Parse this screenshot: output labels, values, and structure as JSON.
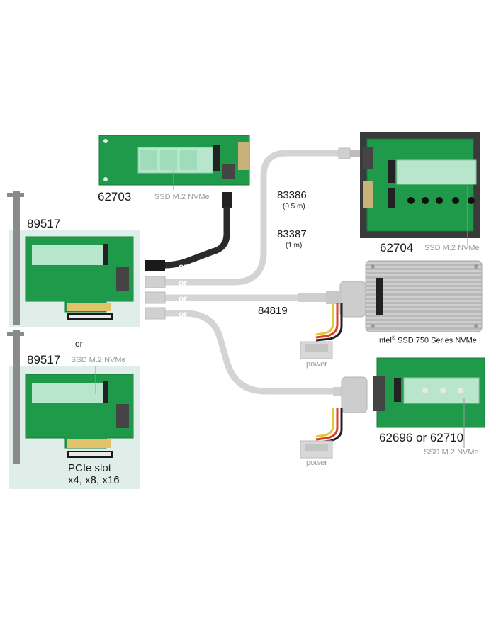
{
  "labels": {
    "card_62703": "62703",
    "ssd_62703": "SSD M.2 NVMe",
    "card_89517_top": "89517",
    "card_89517_bottom": "89517",
    "or_between": "or",
    "ssd_89517_bottom": "SSD M.2 NVMe",
    "pcie_slot": "PCIe slot",
    "pcie_sizes": "x4, x8, x16",
    "cable_83386": "83386",
    "cable_83386_len": "(0.5 m)",
    "cable_83387": "83387",
    "cable_83387_len": "(1 m)",
    "cable_84819": "84819",
    "card_62704": "62704",
    "ssd_62704": "SSD M.2 NVMe",
    "intel_prefix": "Intel",
    "intel_reg": "®",
    "intel_rest": " SSD 750 Series NVMe",
    "power_1": "power",
    "power_2": "power",
    "card_62696": "62696 or 62710",
    "ssd_62696": "SSD M.2 NVMe",
    "or_1": "or",
    "or_2": "or",
    "or_3": "or",
    "or_4": "or"
  },
  "colors": {
    "pcb": "#1e9a4a",
    "pcb_dark": "#157a38",
    "panel": "#dfeee9",
    "cable_black": "#2a2a2a",
    "cable_white": "#d4d4d4",
    "label_grey": "#9a9a9a"
  }
}
